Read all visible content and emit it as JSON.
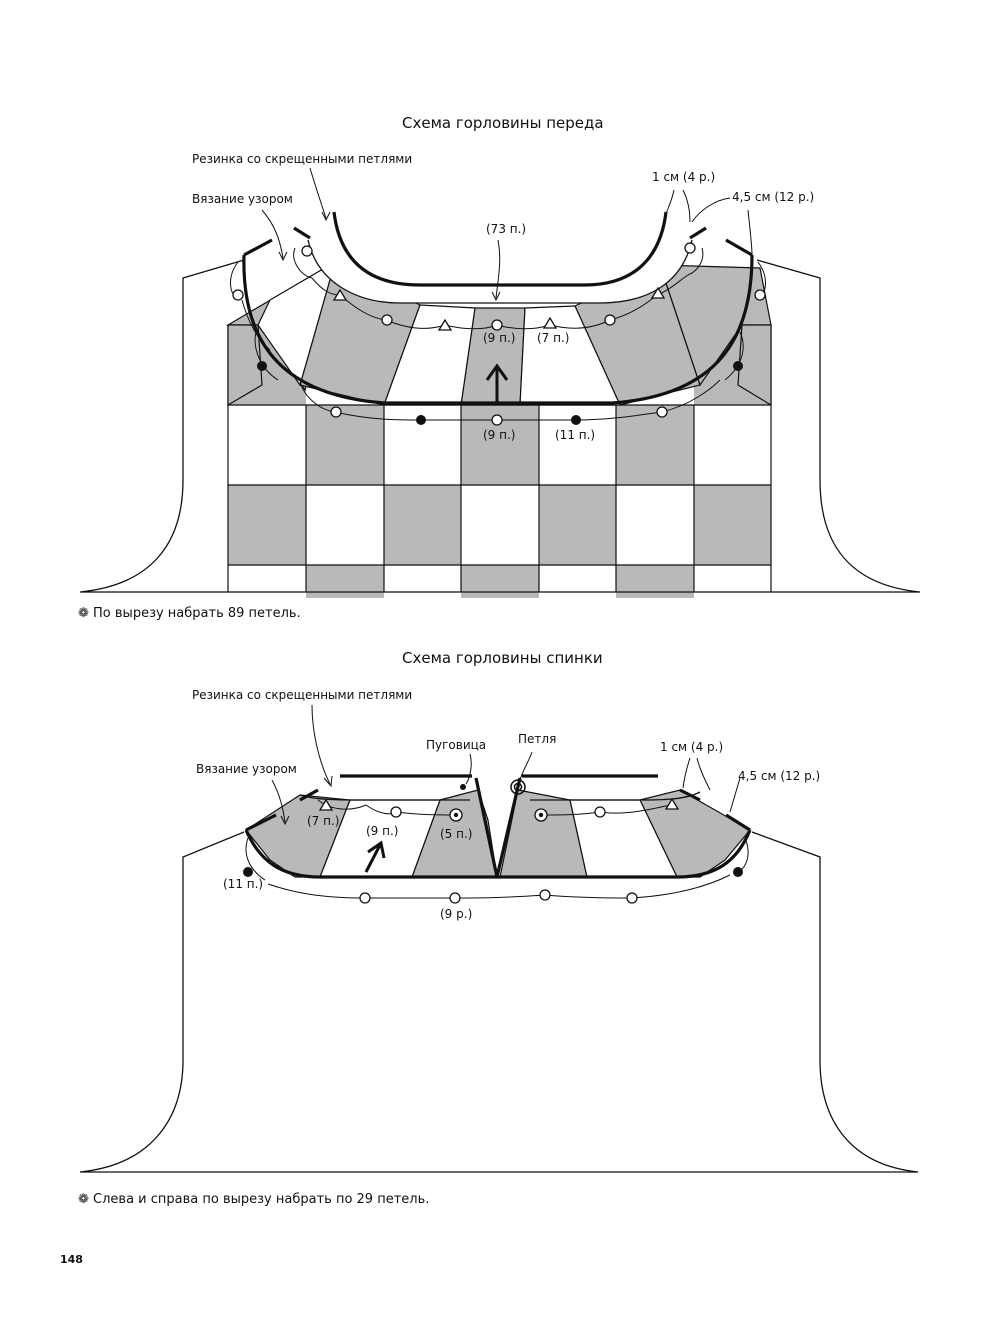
{
  "front": {
    "title": "Схема горловины переда",
    "label_rib": "Резинка со скрещенными петлями",
    "label_pattern": "Вязание узором",
    "label_1cm": "1 см (4 р.)",
    "label_45cm": "4,5 см (12 р.)",
    "label_73": "(73 п.)",
    "label_9p_top": "(9 п.)",
    "label_7p": "(7 п.)",
    "label_9p_bottom": "(9 п.)",
    "label_11p": "(11 п.)",
    "note": "По вырезу набрать 89 петель."
  },
  "back": {
    "title": "Схема горловины спинки",
    "label_rib": "Резинка со скрещенными петлями",
    "label_pattern": "Вязание узором",
    "label_button": "Пуговица",
    "label_loop": "Петля",
    "label_1cm": "1 см (4 р.)",
    "label_45cm": "4,5 см (12 р.)",
    "label_7p": "(7 п.)",
    "label_9p": "(9 п.)",
    "label_5p": "(5 п.)",
    "label_11p": "(11 п.)",
    "label_9r": "(9 р.)",
    "note": "Слева и справа по вырезу набрать по 29 петель."
  },
  "page_number": "148",
  "colors": {
    "shade": "#b9b9b9",
    "line": "#111111"
  }
}
